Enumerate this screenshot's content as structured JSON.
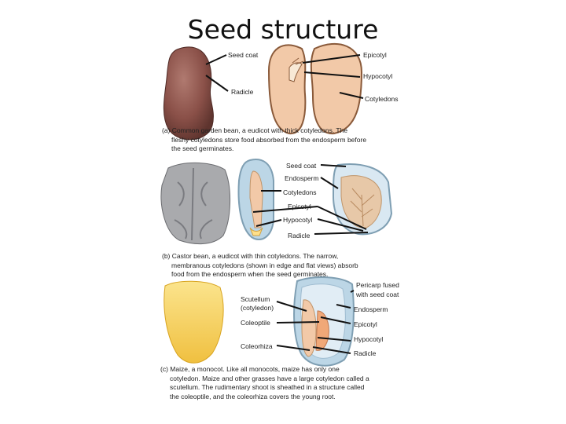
{
  "title": "Seed structure",
  "panel_a": {
    "labels": {
      "seed_coat": "Seed coat",
      "radicle": "Radicle",
      "epicotyl": "Epicotyl",
      "hypocotyl": "Hypocotyl",
      "cotyledons": "Cotyledons"
    },
    "caption": [
      "(a) Common garden bean, a eudicot with thick cotyledons. The",
      "fleshy cotyledons store food absorbed from the endosperm before",
      "the seed germinates."
    ]
  },
  "panel_b": {
    "labels": {
      "seed_coat": "Seed coat",
      "endosperm": "Endosperm",
      "cotyledons": "Cotyledons",
      "epicotyl": "Epicotyl",
      "hypocotyl": "Hypocotyl",
      "radicle": "Radicle"
    },
    "caption": [
      "(b) Castor bean, a eudicot with thin cotyledons. The narrow,",
      "membranous cotyledons (shown in edge and flat views) absorb",
      "food from the endosperm when the seed germinates."
    ]
  },
  "panel_c": {
    "labels": {
      "pericarp_1": "Pericarp fused",
      "pericarp_2": "with seed coat",
      "endosperm": "Endosperm",
      "epicotyl": "Epicotyl",
      "hypocotyl": "Hypocotyl",
      "radicle": "Radicle",
      "scutellum_1": "Scutellum",
      "scutellum_2": "(cotyledon)",
      "coleoptile": "Coleoptile",
      "coleorhiza": "Coleorhiza"
    },
    "caption": [
      "(c) Maize, a monocot. Like all monocots, maize has only one",
      "cotyledon. Maize and other grasses have a large cotyledon called a",
      "scutellum. The rudimentary shoot is sheathed in a structure called",
      "the coleoptile, and the coleorhiza covers the young root."
    ]
  },
  "colors": {
    "bean_coat": "#8a5048",
    "cotyledon": "#f2c9a8",
    "castor_gray": "#a9aaad",
    "endosperm_blue": "#bcd6e6",
    "maize_yellow": "#f7d562"
  }
}
